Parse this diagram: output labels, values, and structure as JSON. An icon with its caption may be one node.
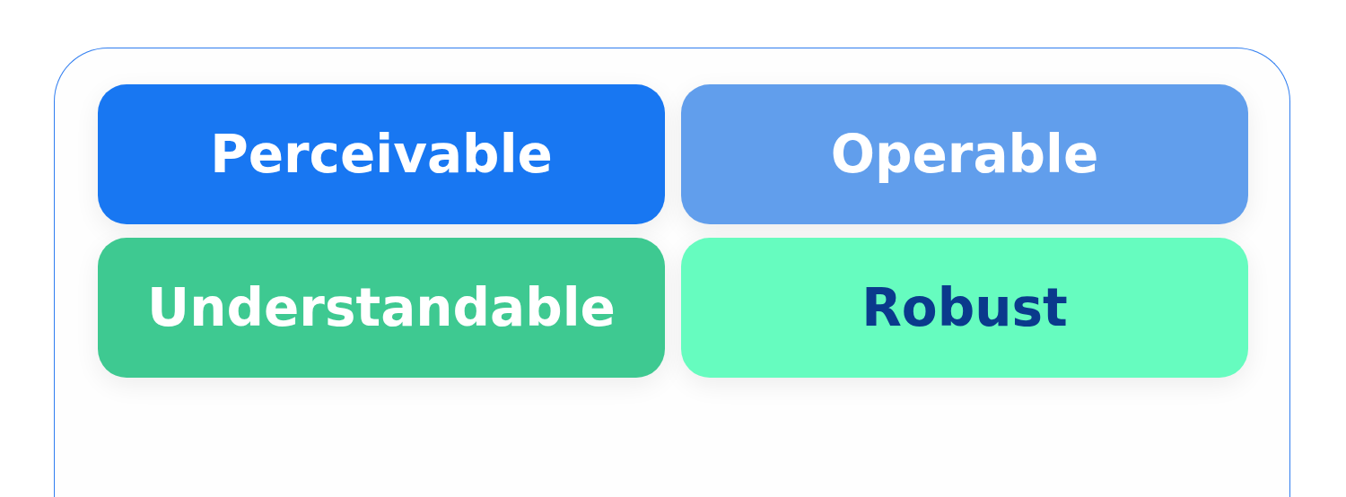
{
  "diagram": {
    "nodes": [
      {
        "text": [
          "Perceivable"
        ]
      },
      {
        "text": [
          "Operable"
        ]
      },
      {
        "text": [
          "Understandable"
        ]
      },
      {
        "text": [
          "Robust"
        ]
      }
    ]
  }
}
